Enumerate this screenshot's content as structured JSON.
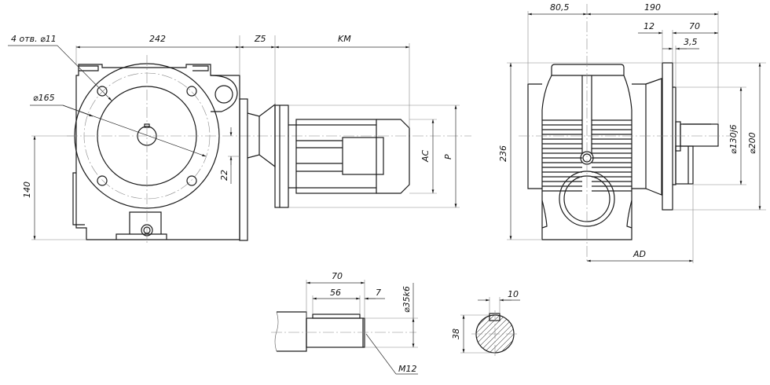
{
  "drawing": {
    "title": "Worm gear motor — dimensional drawing",
    "colors": {
      "line": "#1a1a1a",
      "background": "#ffffff"
    },
    "front_view": {
      "holes_label": "4 отв. ⌀11",
      "flange_diameter_label": "⌀165",
      "width_label": "242",
      "height_label": "140",
      "offset_label": "22",
      "adapter_length_label": "Z5",
      "motor_length_label": "KM",
      "motor_diameter_label": "AC",
      "flange_size_label": "P"
    },
    "side_view": {
      "depth_left_label": "80,5",
      "depth_right_label": "190",
      "flange_thickness_label": "12",
      "shaft_length_label": "70",
      "spigot_label": "3,5",
      "height_label": "236",
      "spigot_diameter_label": "⌀130j6",
      "flange_diameter_label": "⌀200",
      "motor_offset_label": "AD"
    },
    "shaft_detail": {
      "shaft_length_label": "70",
      "key_length_label": "56",
      "key_offset_label": "7",
      "diameter_label": "⌀35k6",
      "thread_label": "M12"
    },
    "key_section": {
      "key_width_label": "10",
      "height_label": "38"
    }
  }
}
